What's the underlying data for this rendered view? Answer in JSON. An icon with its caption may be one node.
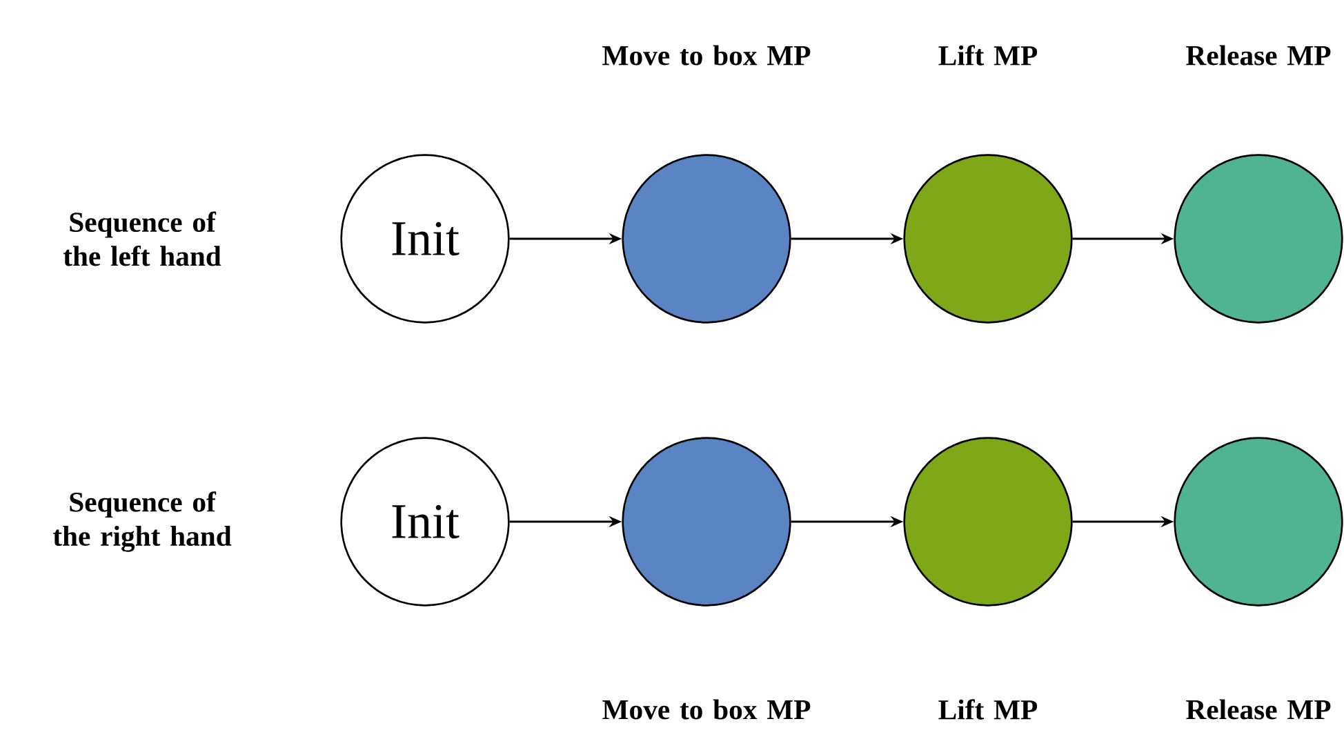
{
  "diagram": {
    "nodes": [
      {
        "text": [
          "Init"
        ]
      },
      {
        "text": [],
        "shape": "circle",
        "beside": [
          "Move to box MP"
        ]
      },
      {
        "text": [],
        "shape": "circle",
        "beside": [
          "Lift MP"
        ]
      },
      {
        "text": [],
        "shape": "circle",
        "beside": [
          "Release MP"
        ]
      },
      {
        "text": [
          "Init"
        ]
      },
      {
        "text": [],
        "shape": "circle",
        "beside": [
          "Move to box MP"
        ]
      },
      {
        "text": [],
        "shape": "circle",
        "beside": [
          "Lift MP"
        ]
      },
      {
        "text": [],
        "shape": "circle",
        "beside": [
          "Release MP"
        ]
      }
    ],
    "edges": [
      {
        "from": 0,
        "to": 1,
        "arrow": "to"
      },
      {
        "from": 1,
        "to": 2,
        "arrow": "to"
      },
      {
        "from": 2,
        "to": 3,
        "arrow": "to"
      },
      {
        "from": 4,
        "to": 5,
        "arrow": "to"
      },
      {
        "from": 5,
        "to": 6,
        "arrow": "to"
      },
      {
        "from": 6,
        "to": 7,
        "arrow": "to"
      }
    ],
    "labels": [
      "Sequence of the left hand",
      "Sequence of the right hand"
    ]
  }
}
